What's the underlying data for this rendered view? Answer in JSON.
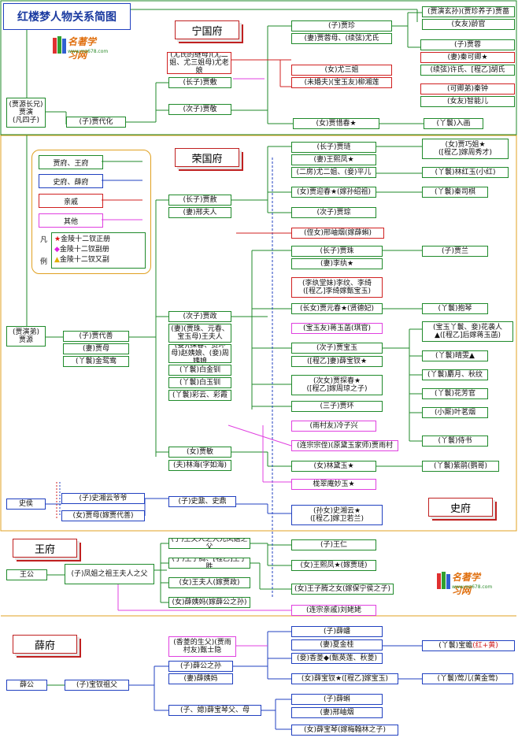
{
  "title": "红楼梦人物关系简图",
  "logo": {
    "text": "名著学习网",
    "url": "www.mz678.com"
  },
  "sections": {
    "ningguo": "宁国府",
    "rongguo": "荣国府",
    "shifu": "史府",
    "wangfu": "王府",
    "xuefu": "薛府"
  },
  "legend": {
    "items": [
      "贾府、王府",
      "史府、薛府",
      "亲戚",
      "其他"
    ],
    "title_chars": [
      "凡",
      "例"
    ],
    "marks": [
      {
        "symbol": "★",
        "label": "金陵十二钗正册"
      },
      {
        "symbol": "◆",
        "label": "金陵十二钗副册"
      },
      {
        "symbol": "▲",
        "label": "金陵十二钗又副"
      }
    ]
  },
  "colors": {
    "jia_wang": "#1f8a2a",
    "shi_xue": "#2040c0",
    "relatives": "#d02020",
    "other": "#e040e0",
    "legend_border": "#e0a020"
  },
  "nodes": {
    "jiayan": "(贾源长兄)\n贾演\n(凡四子)",
    "daihua": "(子)贾代化",
    "jingmu": "(尤氏的继母)(尤二姐、尤三姐母)尤老娘",
    "jiafu": "(长子)贾敷",
    "jiajing": "(次子)贾敬",
    "jiazhen": "(子)贾珍",
    "youshi": "(妻)贾蓉母、(续弦)尤氏",
    "yousanjie": "(女)尤三姐",
    "liuxianglian": "(未婚夫)(宝玉友)柳湘莲",
    "xichun": "(女)贾惜春★",
    "ruhua": "(丫鬟)入画",
    "jiaqiang": "(贾演玄孙)(贾珍养子)贾蔷",
    "linguan": "(女友)龄官",
    "jiarong": "(子)贾蓉",
    "qinkeqing": "(妻)秦可卿★",
    "xuxian": "(续弦)许氏、[程乙]胡氏",
    "qinzhong": "(可卿弟)秦钟",
    "zhinenger": "(女友)智能儿",
    "jiayuan": "(贾演弟)\n贾源",
    "daishan": "(子)贾代善",
    "jiamu": "(妻)贾母",
    "yuanyang": "(丫鬟)金鸳鸯",
    "jiashe": "(长子)贾赦",
    "xingfuren": "(妻)邢夫人",
    "jialian": "(长子)贾琏",
    "xifeng": "(妻)王熙凤★",
    "pinger": "(二房)尤二姐、(妾)平儿",
    "qiaojie": "(女)贾巧姐★\n([程乙]嫁周秀才)",
    "linhongyu": "(丫鬟)林红玉(小红)",
    "yingchun": "(女)贾迎春★(嫁孙绍祖)",
    "siqi": "(丫鬟)秦司棋",
    "jiacong": "(次子)贾琮",
    "xingxiuyan": "(侄女)邢岫烟(嫁薛蝌)",
    "jiazheng": "(次子)贾政",
    "wangfuren": "(妻)(贾珠、元春、宝玉母)王夫人",
    "zhaoyiniang": "(妾)(探春、贾环母)赵姨娘、(妾)周姨娘",
    "baiyuchuan": "(丫鬟)白金钏",
    "baiyuchuan2": "(丫鬟)白玉钏",
    "caiyun": "(丫鬟)彩云、彩霞",
    "jiazhu": "(长子)贾珠",
    "liwan": "(妻)李纨★",
    "liwan_sisters": "(李纨堂妹)李纹、李绮\n([程乙]李绮嫁甄宝玉)",
    "jialan": "(子)贾兰",
    "yuanchun": "(长女)贾元春★(贤德妃)",
    "baoqin": "(丫鬟)抱琴",
    "jiangyuhan": "(宝玉友)蒋玉菡(琪官)",
    "xiren": "(宝玉丫鬟、妾)花袭人\n▲([程乙]后嫁蒋玉菡)",
    "baoyu": "(次子)贾宝玉",
    "baochai_wife": "([程乙]妻)薛宝钗★",
    "qingwen": "(丫鬟)晴雯▲",
    "sheyue": "(丫鬟)麝月、秋纹",
    "fangguan": "(丫鬟)花芳官",
    "yetiming": "(小厮)叶茗烟",
    "tanchun": "(次女)贾探春★\n([程乙]嫁周琼之子)",
    "shishu": "(丫鬟)侍书",
    "jiahuan": "(三子)贾环",
    "lengzixing": "(雨村友)冷子兴",
    "jiayucun": "(连宗宗侄)(原黛玉家师)贾雨村",
    "jiamin": "(女)贾敏",
    "linruhai": "(夫)林海(字如海)",
    "daiyu": "(女)林黛玉★",
    "zijuan": "(丫鬟)紫鹃(鹦哥)",
    "miaoyu": "栊翠庵妙玉★",
    "shihou": "史侯",
    "shixiangyun_ye": "(子)史湘云爷爷",
    "jiamu_shi": "(女)贾母(嫁贾代善)",
    "shiding": "(子)史鼐、史鼎",
    "xiangyun": "(孙女)史湘云★\n([程乙]嫁卫若兰)",
    "wanggong": "王公",
    "fengjie_zu": "(子)凤姐之祖王夫人之父",
    "wangfuren_xiong": "(子)王夫人之大兄凤姐之父",
    "wangzisheng": "(子)王子腾、[程乙]王子胜",
    "wangfuren2": "(女)王夫人(嫁贾政)",
    "xueyima": "(女)薛姨妈(嫁薛公之孙)",
    "wangren": "(子)王仁",
    "xifeng2": "(女)王熙凤★(嫁贾琏)",
    "wangzisheng_nv": "(女)王子腾之女(嫁保宁侯之子)",
    "liulaolao": "(连宗亲戚)刘姥姥",
    "xuegong": "薛公",
    "baochai_zu": "(子)宝钗祖父",
    "zhenshiyin": "(香菱的生父)(贾雨村友)甄士隐",
    "xuegongsun": "(子)薛公之孙",
    "xueyima2": "(妻)薛姨妈",
    "xueqin_fu": "(子、媳)薛宝琴父、母",
    "xuepan": "(子)薛蟠",
    "xiajingui": "(妻)夏金桂",
    "xiangling": "(妾)香菱◆(甄英莲、秋菱)",
    "baochan": "(丫鬟)宝蟾",
    "baochan_note": "(红+黄)",
    "baochai": "(女)薛宝钗★([程乙]嫁宝玉)",
    "yinger": "(丫鬟)莺儿(黄金莺)",
    "xueke": "(子)薛蝌",
    "xingxiuyan2": "(妻)邢岫烟",
    "baoqin_xue": "(女)薛宝琴(嫁梅翰林之子)"
  }
}
